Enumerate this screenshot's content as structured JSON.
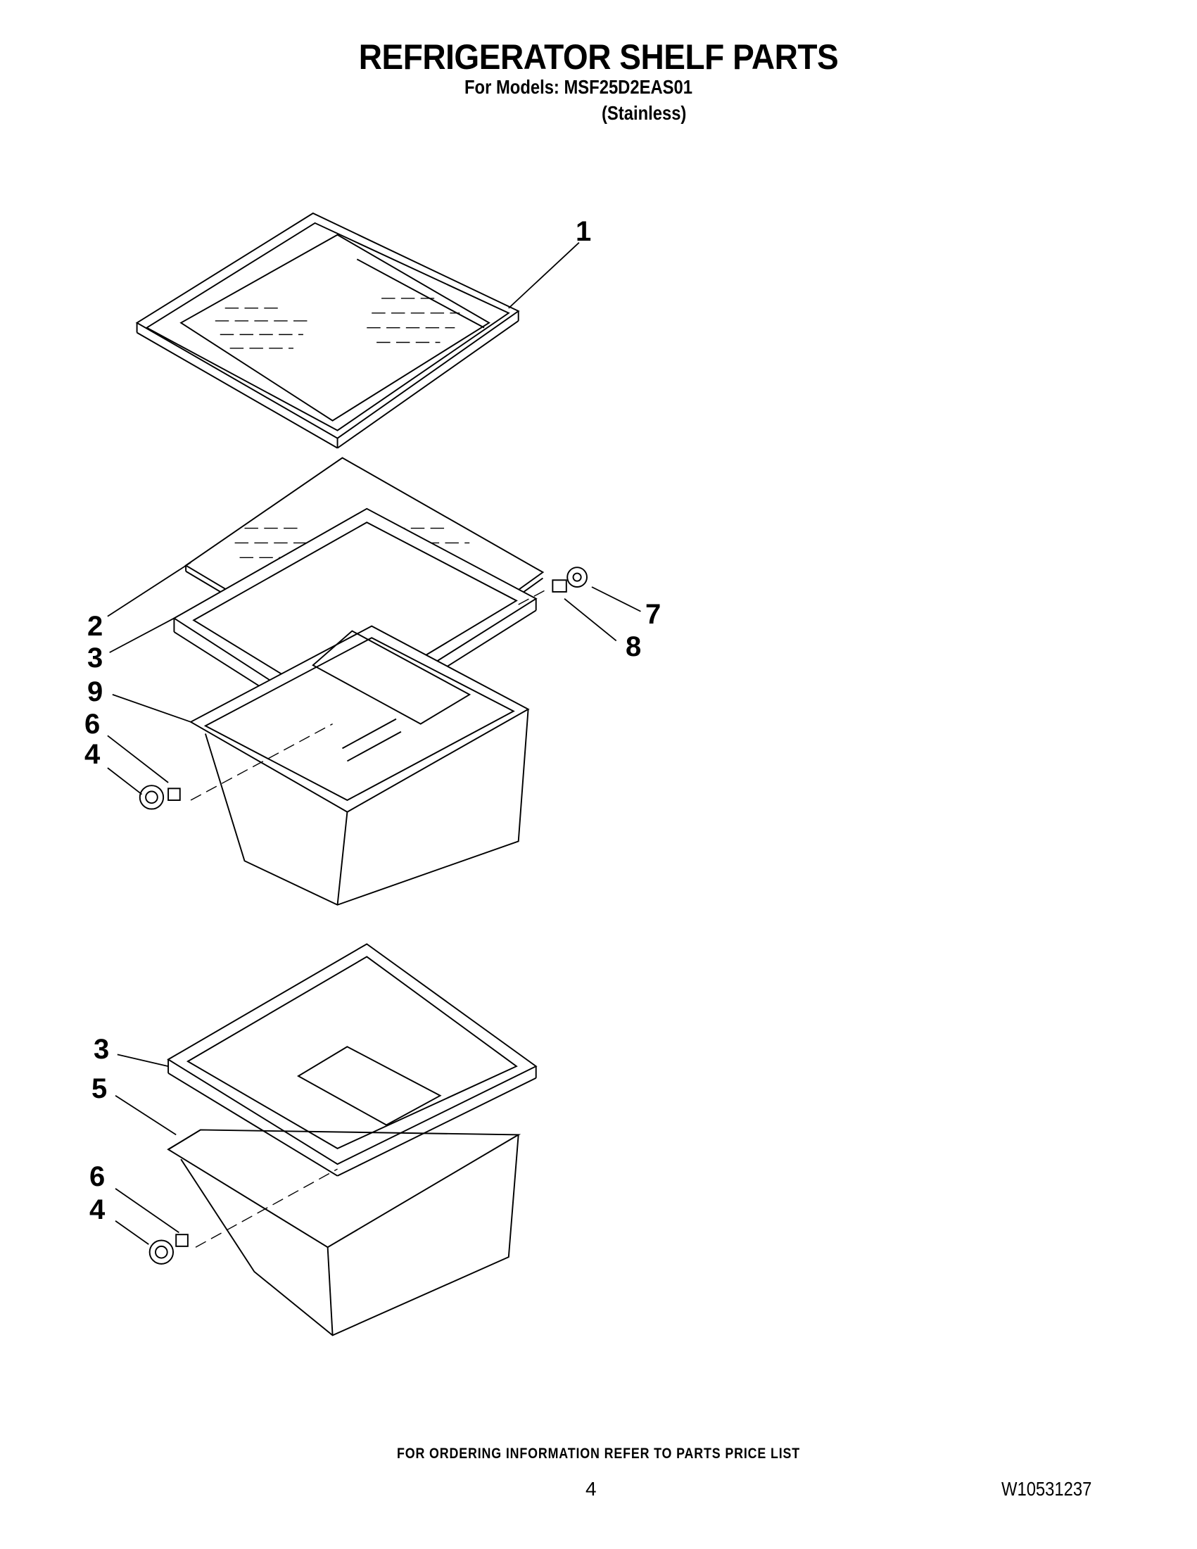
{
  "header": {
    "title": "REFRIGERATOR SHELF PARTS",
    "models": "For Models: MSF25D2EAS01",
    "variant": "(Stainless)"
  },
  "callouts": [
    "1",
    "2",
    "3",
    "9",
    "6",
    "4",
    "7",
    "8",
    "3",
    "5",
    "6",
    "4"
  ],
  "footer": {
    "ordering_note": "FOR ORDERING INFORMATION REFER TO PARTS PRICE LIST",
    "page_number": "4",
    "document_number": "W10531237"
  }
}
